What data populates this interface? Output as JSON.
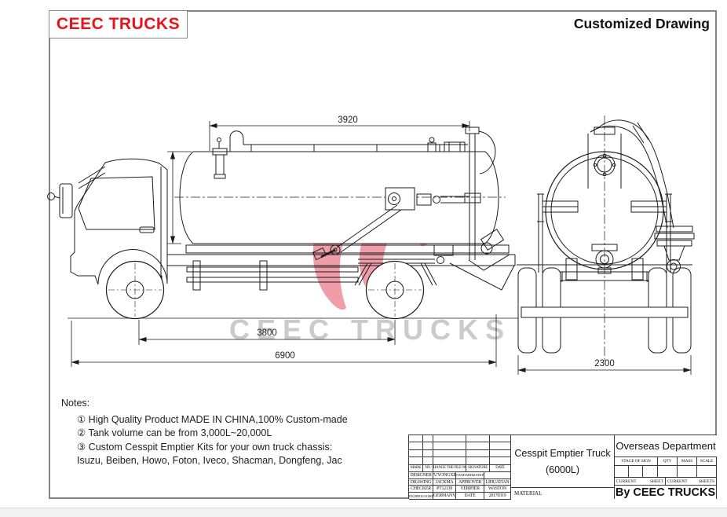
{
  "page": {
    "logo_text": "CEEC TRUCKS",
    "title": "Customized Drawing"
  },
  "watermark": {
    "text": "CEEC TRUCKS"
  },
  "drawing": {
    "dimensions": {
      "tank_length": "3920",
      "wheelbase": "3800",
      "overall_length": "6900",
      "overall_width": "2300"
    }
  },
  "notes": {
    "title": "Notes:",
    "item1": "① High Quality Product MADE IN CHINA,100% Custom-made",
    "item2": "② Tank volume can be from 3,000L~20,000L",
    "item3": "③ Custom Cesspit Emptier Kits for your own truck chassis:",
    "item4": "Isuzu, Beiben, Howo, Foton, Iveco, Shacman, Dongfeng, Jac"
  },
  "title_block": {
    "product_name": "Cesspit Emptier Truck",
    "product_spec": "(6000L)",
    "material_label": "MATERIAL",
    "department": "Overseas Department",
    "byline": "By CEEC TRUCKS",
    "revision_header": [
      "MARK",
      "NO.",
      "CHANGE THE FILE NO.",
      "SIGNATURE",
      "DATE"
    ],
    "rows": [
      {
        "label1": "DESIGNER",
        "value1": "YUYONGXIN",
        "label2": "STANDARDIZATION",
        "value2": ""
      },
      {
        "label1": "DRAWING",
        "value1": "JACKMA",
        "label2": "APPROVER",
        "value2": "LIHUATIAN"
      },
      {
        "label1": "CHECKER",
        "value1": "PT12139",
        "label2": "VERIFIER",
        "value2": "WASTON"
      },
      {
        "label1": "TECHNOLOGIST",
        "value1": "GERMANY",
        "label2": "DATE",
        "value2": "20170319"
      }
    ],
    "stage_header": [
      "STAGE OF SIGN",
      "QTY",
      "MASS",
      "SCALE"
    ],
    "sheet_row": [
      "CURRENT",
      "SHEET",
      "CURRENT",
      "SHEETS"
    ]
  },
  "colors": {
    "brand_red": "#e8121a",
    "watermark_pink": "#e66274",
    "watermark_gray": "#cbcbcb",
    "line_color": "#1c1c1c"
  }
}
